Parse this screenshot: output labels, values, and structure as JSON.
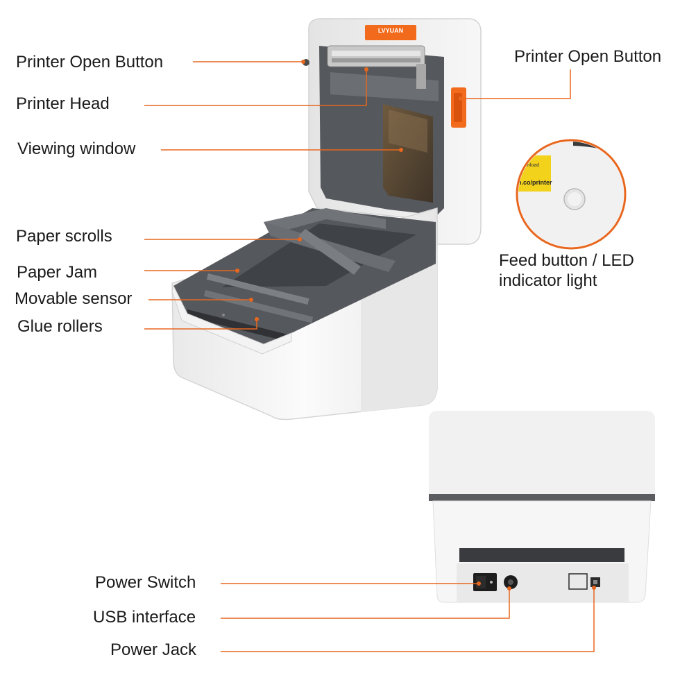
{
  "labels": {
    "open_button_left": "Printer Open Button",
    "printer_head": "Printer Head",
    "viewing_window": "Viewing window",
    "paper_scrolls": "Paper scrolls",
    "paper_jam": "Paper Jam",
    "movable_sensor": "Movable sensor",
    "glue_rollers": "Glue rollers",
    "open_button_right": "Printer Open Button",
    "feed_button_line1": "Feed button / LED",
    "feed_button_line2": "indicator light",
    "power_switch": "Power Switch",
    "usb_interface": "USB interface",
    "power_jack": "Power Jack"
  },
  "brand": {
    "badge": "LVYUAN",
    "sticker_top": "Download",
    "sticker_url": "n.co/printer"
  },
  "colors": {
    "leader": "#e8671f",
    "accent": "#f26a1b",
    "body": "#f4f4f4",
    "interior": "#56585c",
    "sticker": "#f3d21c"
  }
}
